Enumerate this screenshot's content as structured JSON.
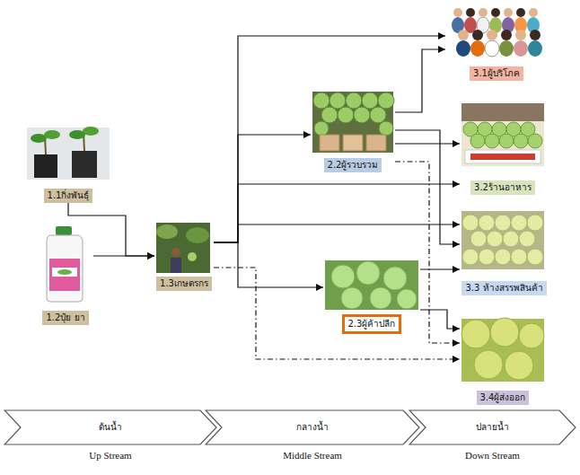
{
  "diagram": {
    "nodes": [
      {
        "text": [
          "1.1กิ่งพันธุ์"
        ]
      },
      {
        "text": [
          "1.2ปุ๋ย ยา"
        ]
      },
      {
        "text": [
          "1.3เกษตรกร"
        ]
      },
      {
        "text": [
          "2.2ผู้รวบรวม"
        ]
      },
      {
        "text": [
          "2.3ผู้ค้าปลีก"
        ]
      },
      {
        "text": [
          "3.1ผู้บริโภค"
        ]
      },
      {
        "text": [
          "3.2ร้านอาหาร"
        ]
      },
      {
        "text": [
          "3.3 ห้างสรรพสินค้า"
        ]
      },
      {
        "text": [
          "3.4ผู้ส่งออก"
        ]
      },
      {
        "text": [
          "ต้นน้ำ",
          "Up Stream"
        ]
      },
      {
        "text": [
          "กลางน้ำ",
          "Middle Stream"
        ]
      },
      {
        "text": [
          "ปลายน้ำ",
          "Down Stream"
        ]
      }
    ],
    "edges": [
      {
        "from": 0,
        "to": 2,
        "arrow": "to"
      },
      {
        "from": 1,
        "to": 2,
        "arrow": "to"
      },
      {
        "from": 2,
        "to": 5,
        "arrow": "to"
      },
      {
        "from": 2,
        "to": 3,
        "arrow": "to"
      },
      {
        "from": 2,
        "to": 4,
        "arrow": "to"
      },
      {
        "from": 2,
        "to": 6,
        "arrow": "to"
      },
      {
        "from": 2,
        "to": 7,
        "arrow": "to"
      },
      {
        "from": 2,
        "to": 8,
        "arrow": "to"
      },
      {
        "from": 3,
        "to": 5,
        "arrow": "to"
      },
      {
        "from": 3,
        "to": 6,
        "arrow": "to"
      },
      {
        "from": 3,
        "to": 7,
        "arrow": "to"
      },
      {
        "from": 3,
        "to": 8,
        "arrow": "to"
      },
      {
        "from": 4,
        "to": 7,
        "arrow": "to"
      },
      {
        "from": 4,
        "to": 8,
        "arrow": "to"
      }
    ]
  }
}
